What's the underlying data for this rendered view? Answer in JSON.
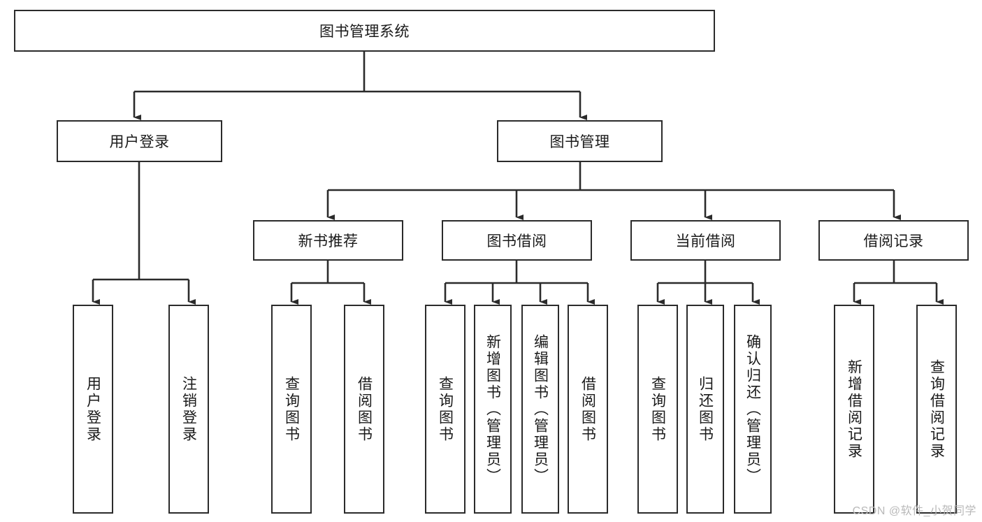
{
  "diagram": {
    "type": "tree",
    "title": "图书管理系统",
    "orientation": "top-down",
    "colors": {
      "box_border": "#2b2b2b",
      "box_fill": "#ffffff",
      "connector": "#2b2b2b",
      "text": "#1a1a1a",
      "watermark": "#b9b9b9",
      "background": "#ffffff"
    },
    "root": {
      "id": "root",
      "label": "图书管理系统",
      "text_direction": "horizontal"
    },
    "level2": [
      {
        "id": "user-login",
        "label": "用户登录",
        "text_direction": "horizontal"
      },
      {
        "id": "book-manage",
        "label": "图书管理",
        "text_direction": "horizontal"
      }
    ],
    "level3": [
      {
        "id": "new-book-recommend",
        "label": "新书推荐",
        "text_direction": "horizontal",
        "parent": "book-manage"
      },
      {
        "id": "book-borrow",
        "label": "图书借阅",
        "text_direction": "horizontal",
        "parent": "book-manage"
      },
      {
        "id": "current-borrow",
        "label": "当前借阅",
        "text_direction": "horizontal",
        "parent": "book-manage"
      },
      {
        "id": "borrow-record",
        "label": "借阅记录",
        "text_direction": "horizontal",
        "parent": "book-manage"
      }
    ],
    "leaves": [
      {
        "id": "leaf-user-login",
        "label": "用户登录",
        "text_direction": "vertical",
        "parent": "user-login"
      },
      {
        "id": "leaf-user-logout",
        "label": "注销登录",
        "text_direction": "vertical",
        "parent": "user-login"
      },
      {
        "id": "leaf-query-book-1",
        "label": "查询图书",
        "text_direction": "vertical",
        "parent": "new-book-recommend"
      },
      {
        "id": "leaf-borrow-book-1",
        "label": "借阅图书",
        "text_direction": "vertical",
        "parent": "new-book-recommend"
      },
      {
        "id": "leaf-query-book-2",
        "label": "查询图书",
        "text_direction": "vertical",
        "parent": "book-borrow"
      },
      {
        "id": "leaf-add-book",
        "label": "新增图书（管理员）",
        "text_direction": "vertical",
        "parent": "book-borrow"
      },
      {
        "id": "leaf-edit-book",
        "label": "编辑图书（管理员）",
        "text_direction": "vertical",
        "parent": "book-borrow"
      },
      {
        "id": "leaf-borrow-book-2",
        "label": "借阅图书",
        "text_direction": "vertical",
        "parent": "book-borrow"
      },
      {
        "id": "leaf-query-book-3",
        "label": "查询图书",
        "text_direction": "vertical",
        "parent": "current-borrow"
      },
      {
        "id": "leaf-return-book",
        "label": "归还图书",
        "text_direction": "vertical",
        "parent": "current-borrow"
      },
      {
        "id": "leaf-confirm-return",
        "label": "确认归还（管理员）",
        "text_direction": "vertical",
        "parent": "current-borrow"
      },
      {
        "id": "leaf-add-record",
        "label": "新增借阅记录",
        "text_direction": "vertical",
        "parent": "borrow-record"
      },
      {
        "id": "leaf-query-record",
        "label": "查询借阅记录",
        "text_direction": "vertical",
        "parent": "borrow-record"
      }
    ]
  },
  "watermark": {
    "text": "CSDN @软件_小贺同学"
  }
}
